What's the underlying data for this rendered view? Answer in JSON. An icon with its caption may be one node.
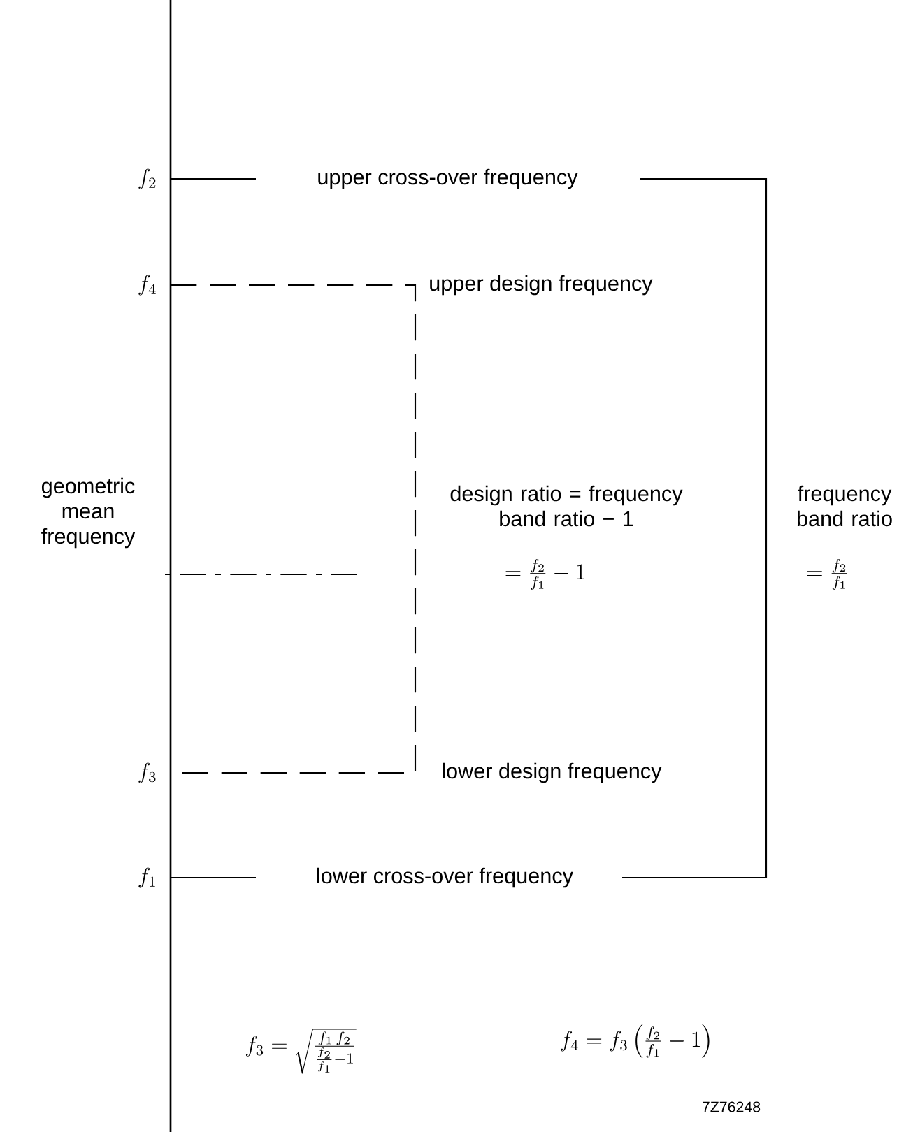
{
  "diagram": {
    "labels": [
      "f_2",
      "upper cross-over frequency",
      "f_4",
      "upper design frequency",
      "geometric mean frequency",
      "design ratio = frequency band ratio − 1",
      "=\\frac{f_2}{f_1}-1",
      "frequency band ratio",
      "=\\frac{f_2}{f_1}",
      "f_3",
      "lower design frequency",
      "f_1",
      "lower cross-over frequency",
      "f_3=\\sqrt{\\frac{f_1\\,f_2}{\\frac{f_2}{f_1}-1}}",
      "f_4=f_3\\left(\\frac{f_2}{f_1}-1\\right)",
      "7Z76248"
    ]
  }
}
